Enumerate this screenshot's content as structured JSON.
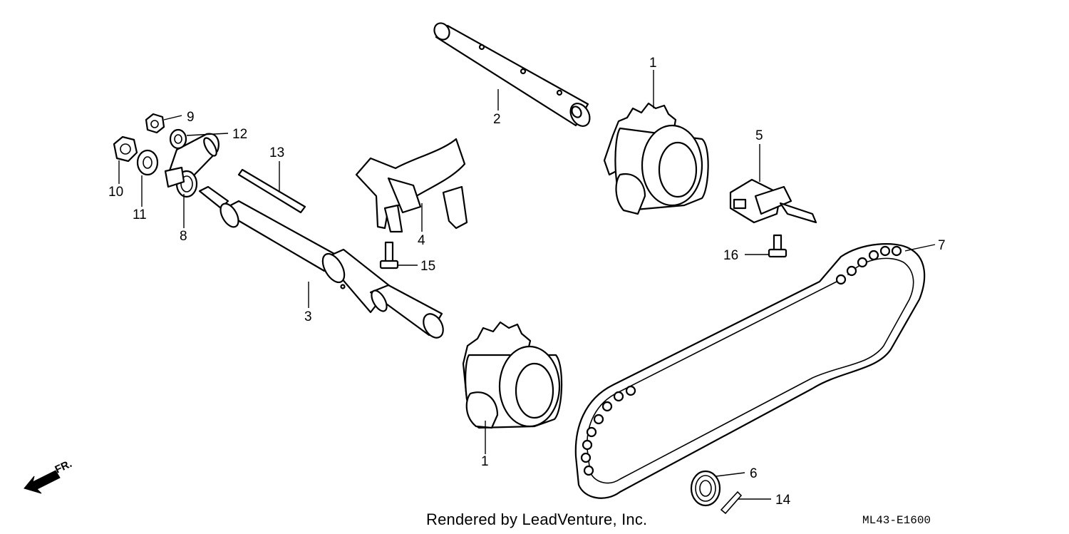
{
  "callouts": {
    "c1a": "1",
    "c1b": "1",
    "c2": "2",
    "c3": "3",
    "c4": "4",
    "c5": "5",
    "c6": "6",
    "c7": "7",
    "c8": "8",
    "c9": "9",
    "c10": "10",
    "c11": "11",
    "c12": "12",
    "c13": "13",
    "c14": "14",
    "c15": "15",
    "c16": "16"
  },
  "direction_label": "FR.",
  "credit": "Rendered by LeadVenture, Inc.",
  "diagram_code": "ML43-E1600"
}
